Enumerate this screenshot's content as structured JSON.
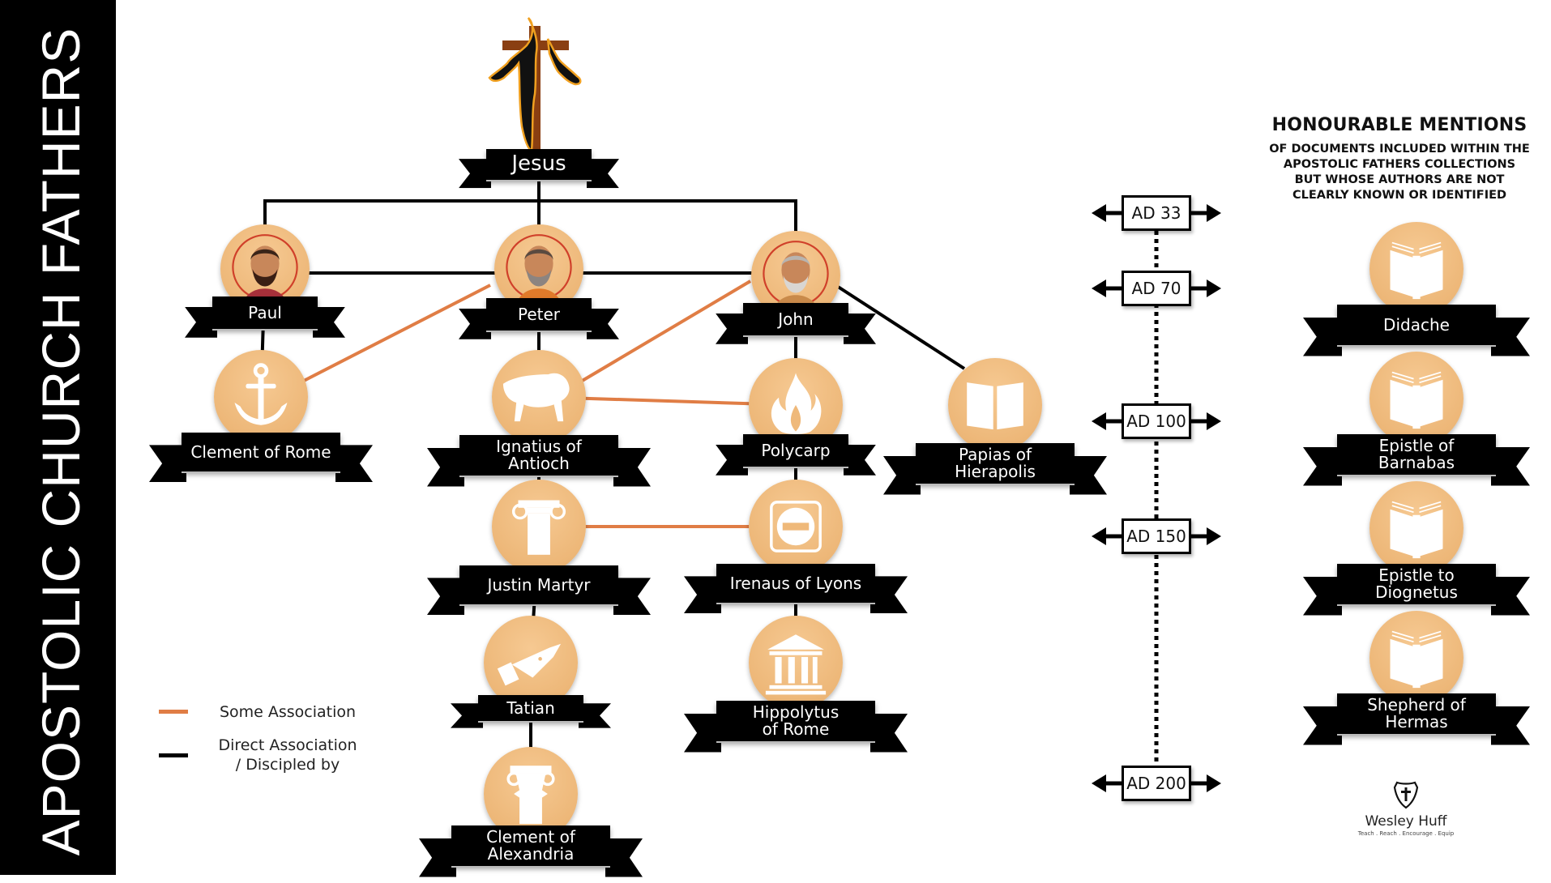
{
  "sidebar": {
    "title": "APOSTOLIC CHURCH FATHERS",
    "subtitle": "IN RELATION TO THE APOSTLES THEMSELVES"
  },
  "colors": {
    "some_association": "#e07d45",
    "direct_association": "#000000",
    "node_fill": "#efb97a",
    "ribbon": "#000000"
  },
  "root": {
    "label": "Jesus",
    "icon": "jesus-cross-icon"
  },
  "apostles": [
    {
      "id": "paul",
      "label": "Paul",
      "icon": "paul-icon-portrait"
    },
    {
      "id": "peter",
      "label": "Peter",
      "icon": "peter-icon-portrait"
    },
    {
      "id": "john",
      "label": "John",
      "icon": "john-icon-portrait"
    }
  ],
  "fathers": [
    {
      "id": "clement_rome",
      "label": "Clement of Rome",
      "icon": "anchor-icon"
    },
    {
      "id": "ignatius",
      "label": "Ignatius of Antioch",
      "label_lines": [
        "Ignatius of",
        "Antioch"
      ],
      "icon": "lion-icon"
    },
    {
      "id": "polycarp",
      "label": "Polycarp",
      "icon": "flame-icon"
    },
    {
      "id": "papias",
      "label": "Papias of Hierapolis",
      "label_lines": [
        "Papias of",
        "Hierapolis"
      ],
      "icon": "open-book-icon"
    },
    {
      "id": "justin",
      "label": "Justin Martyr",
      "icon": "ionic-column-icon"
    },
    {
      "id": "irenaus",
      "label": "Irenaus of Lyons",
      "icon": "no-entry-icon"
    },
    {
      "id": "tatian",
      "label": "Tatian",
      "icon": "fountain-pen-icon"
    },
    {
      "id": "hippolytus",
      "label": "Hippolytus of Rome",
      "label_lines": [
        "Hippolytus",
        "of Rome"
      ],
      "icon": "temple-icon"
    },
    {
      "id": "clement_alex",
      "label": "Clement of Alexandria",
      "label_lines": [
        "Clement of",
        "Alexandria"
      ],
      "icon": "capital-column-icon"
    }
  ],
  "connections": {
    "direct": [
      [
        "jesus",
        "paul"
      ],
      [
        "jesus",
        "peter"
      ],
      [
        "jesus",
        "john"
      ],
      [
        "paul",
        "peter"
      ],
      [
        "peter",
        "john"
      ],
      [
        "paul",
        "clement_rome"
      ],
      [
        "peter",
        "ignatius"
      ],
      [
        "john",
        "polycarp"
      ],
      [
        "john",
        "papias"
      ],
      [
        "ignatius",
        "justin"
      ],
      [
        "polycarp",
        "irenaus"
      ],
      [
        "justin",
        "tatian"
      ],
      [
        "irenaus",
        "hippolytus"
      ],
      [
        "tatian",
        "clement_alex"
      ]
    ],
    "some": [
      [
        "peter",
        "clement_rome"
      ],
      [
        "john",
        "ignatius"
      ],
      [
        "ignatius",
        "polycarp"
      ],
      [
        "justin",
        "irenaus"
      ]
    ]
  },
  "timeline": [
    {
      "label": "AD 33"
    },
    {
      "label": "AD 70"
    },
    {
      "label": "AD 100"
    },
    {
      "label": "AD 150"
    },
    {
      "label": "AD 200"
    }
  ],
  "honourable_mentions": {
    "title": "HONOURABLE MENTIONS",
    "subtitle_lines": [
      "OF DOCUMENTS INCLUDED WITHIN THE",
      "APOSTOLIC FATHERS COLLECTIONS",
      "BUT WHOSE AUTHORS ARE NOT",
      "CLEARLY KNOWN OR IDENTIFIED"
    ],
    "items": [
      {
        "label": "Didache",
        "label_lines": [
          "Didache"
        ],
        "icon": "book-icon"
      },
      {
        "label": "Epistle of Barnabas",
        "label_lines": [
          "Epistle of",
          "Barnabas"
        ],
        "icon": "book-icon"
      },
      {
        "label": "Epistle to Diognetus",
        "label_lines": [
          "Epistle to",
          "Diognetus"
        ],
        "icon": "book-icon"
      },
      {
        "label": "Shepherd of Hermas",
        "label_lines": [
          "Shepherd of",
          "Hermas"
        ],
        "icon": "book-icon"
      }
    ]
  },
  "legend": {
    "some_label": "Some Association",
    "direct_label_lines": [
      "Direct Association",
      "/  Discipled by"
    ]
  },
  "logo": {
    "name": "Wesley Huff",
    "tagline": "Teach . Reach . Encourage . Equip"
  }
}
